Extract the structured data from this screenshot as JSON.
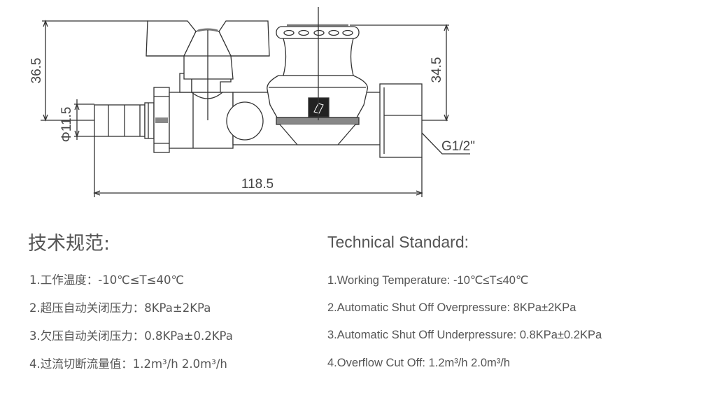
{
  "drawing": {
    "dim_height_left": "36.5",
    "dim_height_right": "34.5",
    "dim_diameter": "Φ11.5",
    "dim_length": "118.5",
    "thread_label": "G1/2\""
  },
  "specs_cn": {
    "title": "技术规范:",
    "items": [
      "1.工作温度：-10℃≤T≤40℃",
      "2.超压自动关闭压力：8KPa±2KPa",
      "3.欠压自动关闭压力：0.8KPa±0.2KPa",
      "4.过流切断流量值：1.2m³/h 2.0m³/h"
    ]
  },
  "specs_en": {
    "title": "Technical Standard:",
    "items": [
      "1.Working Temperature: -10℃≤T≤40℃",
      "2.Automatic Shut Off Overpressure: 8KPa±2KPa",
      "3.Automatic Shut Off Underpressure: 0.8KPa±0.2KPa",
      "4.Overflow Cut Off: 1.2m³/h  2.0m³/h"
    ]
  }
}
